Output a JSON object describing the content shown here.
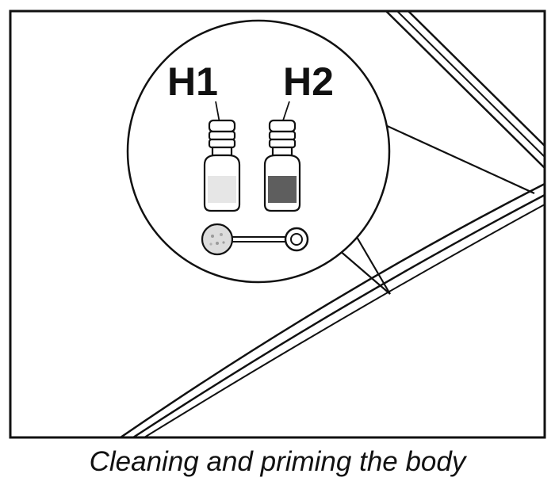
{
  "labels": {
    "bottle_1": "H1",
    "bottle_2": "H2"
  },
  "caption": "Cleaning and priming the body",
  "icons": [
    "primer-bottle-icon",
    "applicator-swab-icon"
  ],
  "colors": {
    "line": "#111111",
    "bottle_1_fill": "#e6e6e6",
    "bottle_2_fill": "#5e5e5e",
    "background": "#ffffff"
  }
}
